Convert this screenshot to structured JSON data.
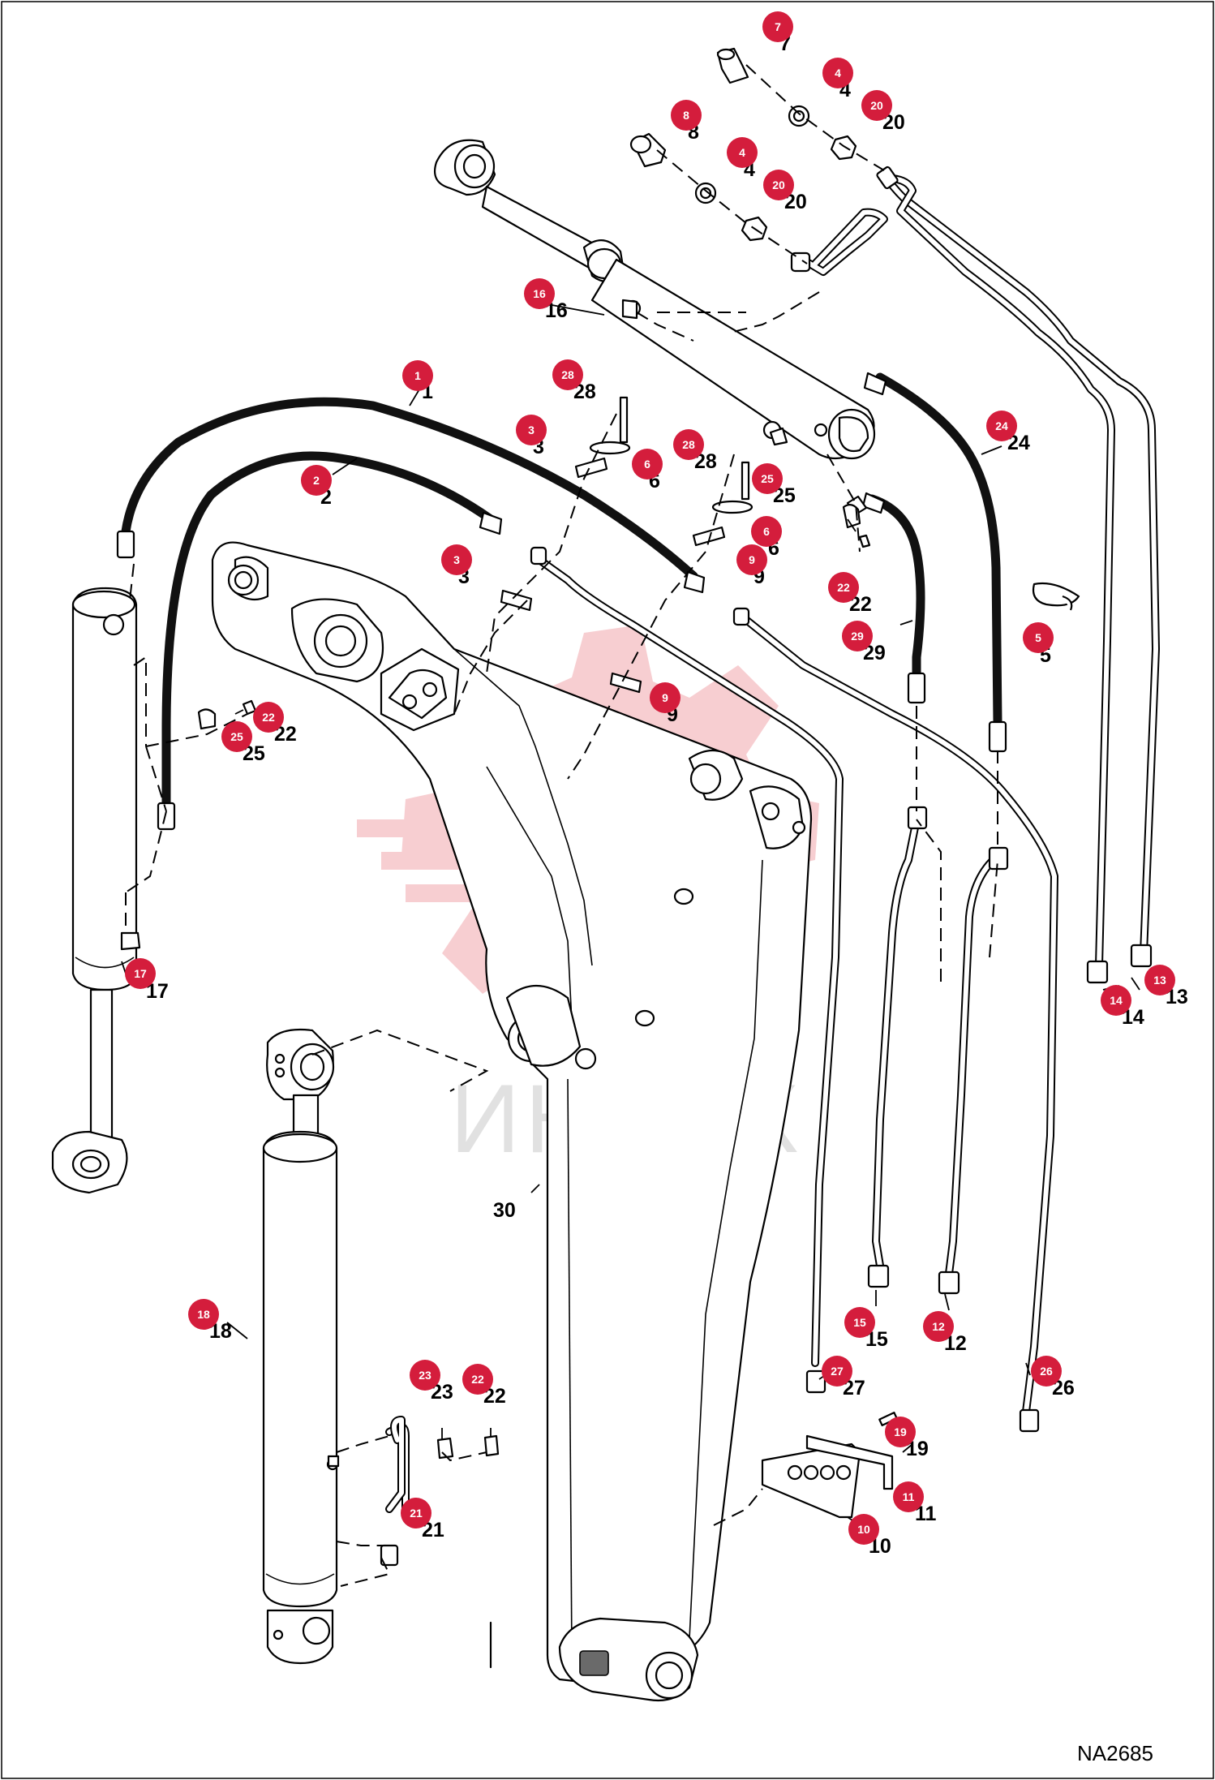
{
  "diagram": {
    "code": "NA2685",
    "watermark_text": "ИНТЕХ",
    "badge_color": "#d41d3c",
    "watermark_color": "#f6c6c9"
  },
  "callouts": [
    {
      "badge": "1",
      "label": "1"
    },
    {
      "badge": "2",
      "label": "2"
    },
    {
      "badge": "3",
      "label": "3"
    },
    {
      "badge": "3",
      "label": "3"
    },
    {
      "badge": "4",
      "label": "4"
    },
    {
      "badge": "4",
      "label": "4"
    },
    {
      "badge": "5",
      "label": "5"
    },
    {
      "badge": "6",
      "label": "6"
    },
    {
      "badge": "6",
      "label": "6"
    },
    {
      "badge": "7",
      "label": "7"
    },
    {
      "badge": "8",
      "label": "8"
    },
    {
      "badge": "9",
      "label": "9"
    },
    {
      "badge": "9",
      "label": "9"
    },
    {
      "badge": "10",
      "label": "10"
    },
    {
      "badge": "11",
      "label": "11"
    },
    {
      "badge": "12",
      "label": "12"
    },
    {
      "badge": "13",
      "label": "13"
    },
    {
      "badge": "14",
      "label": "14"
    },
    {
      "badge": "15",
      "label": "15"
    },
    {
      "badge": "16",
      "label": "16"
    },
    {
      "badge": "17",
      "label": "17"
    },
    {
      "badge": "18",
      "label": "18"
    },
    {
      "badge": "19",
      "label": "19"
    },
    {
      "badge": "20",
      "label": "20"
    },
    {
      "badge": "20",
      "label": "20"
    },
    {
      "badge": "21",
      "label": "21"
    },
    {
      "badge": "22",
      "label": "22"
    },
    {
      "badge": "22",
      "label": "22"
    },
    {
      "badge": "22",
      "label": "22"
    },
    {
      "badge": "23",
      "label": "23"
    },
    {
      "badge": "24",
      "label": "24"
    },
    {
      "badge": "25",
      "label": "25"
    },
    {
      "badge": "25",
      "label": "25"
    },
    {
      "badge": "26",
      "label": "26"
    },
    {
      "badge": "27",
      "label": "27"
    },
    {
      "badge": "28",
      "label": "28"
    },
    {
      "badge": "28",
      "label": "28"
    },
    {
      "badge": "29",
      "label": "29"
    },
    {
      "badge": "",
      "label": "30"
    }
  ]
}
